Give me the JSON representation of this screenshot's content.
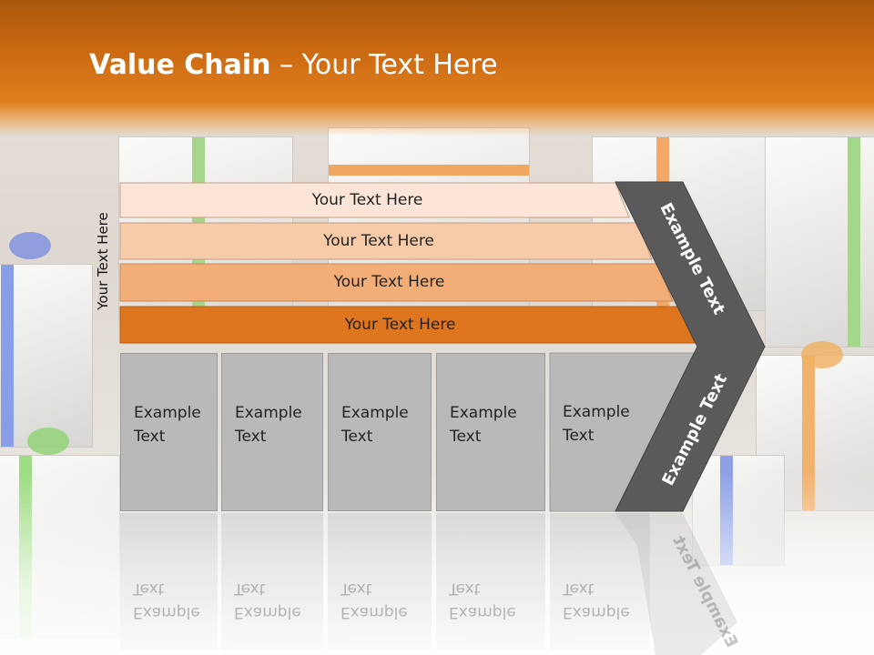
{
  "title": {
    "bold": "Value Chain",
    "rest": " – Your Text Here"
  },
  "side_label": "Your Text Here",
  "bands": [
    {
      "label": "Your Text Here",
      "color": "#fbe5d6"
    },
    {
      "label": "Your Text Here",
      "color": "#f7cba8"
    },
    {
      "label": "Your Text Here",
      "color": "#f2ae76"
    },
    {
      "label": "Your Text Here",
      "color": "#de7620"
    }
  ],
  "boxes": [
    {
      "line1": "Example",
      "line2": "Text"
    },
    {
      "line1": "Example",
      "line2": "Text"
    },
    {
      "line1": "Example",
      "line2": "Text"
    },
    {
      "line1": "Example",
      "line2": "Text"
    },
    {
      "line1": "Example",
      "line2": "Text"
    }
  ],
  "chevron": {
    "upper": "Example Text",
    "lower": "Example Text",
    "color": "#5a5a5a"
  },
  "colors": {
    "header": "#d8751a",
    "box": "#b9b9b9"
  }
}
